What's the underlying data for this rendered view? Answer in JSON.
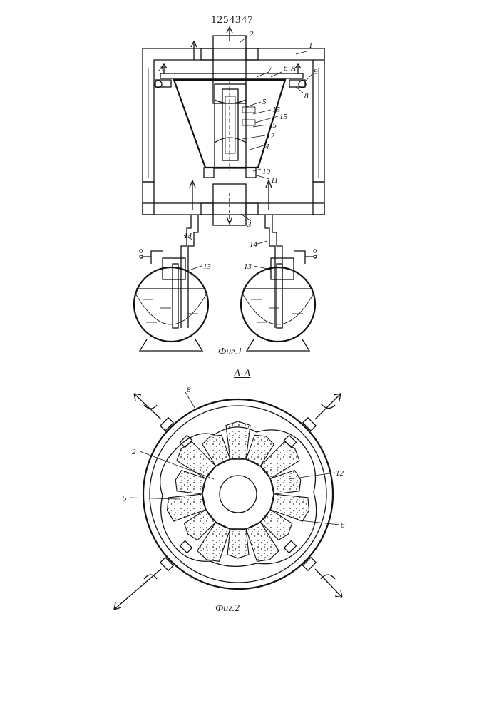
{
  "patent_number": "1254347",
  "fig1_caption": "Фиг.1",
  "fig2_caption": "Фиг.2",
  "section_label": "А-А",
  "fig1_labels": {
    "l1": "1",
    "l2": "2",
    "l3": "3",
    "l4": "4",
    "l5": "5",
    "l6": "6",
    "l7": "7",
    "l8": "8",
    "l9": "9",
    "l10": "10",
    "l11": "11",
    "l12": "12",
    "l13a": "13",
    "l13b": "13",
    "l14a": "14",
    "l14b": "14",
    "l15a": "15",
    "l15b": "15",
    "l15c": "15",
    "secA_left": "А",
    "secA_right": "А"
  },
  "fig2_labels": {
    "l2": "2",
    "l5": "5",
    "l6": "6",
    "l8": "8",
    "l12": "12"
  }
}
